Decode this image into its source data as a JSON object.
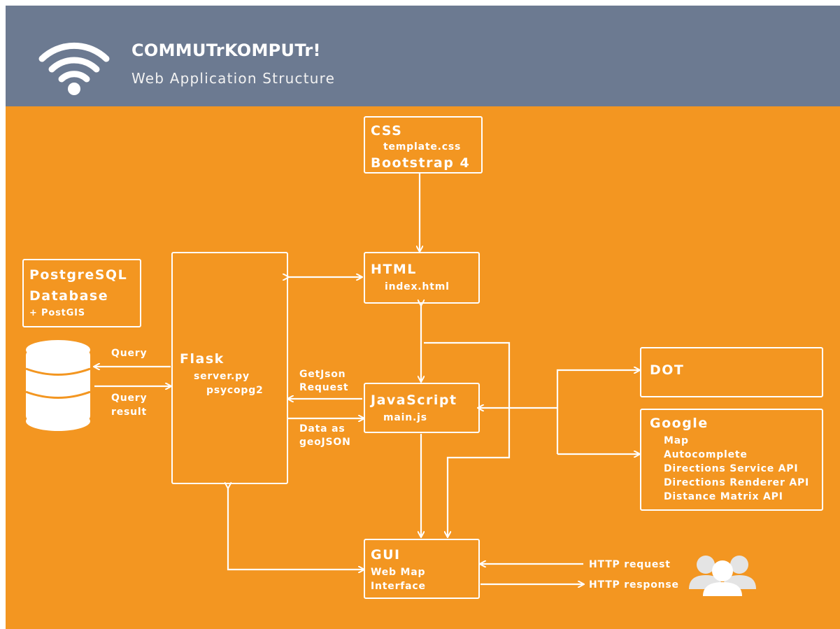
{
  "header": {
    "title": "COMMUTrKOMPUTr!",
    "subtitle": "Web Application Structure",
    "icon": "wifi-icon"
  },
  "colors": {
    "header_bg": "#6c7a91",
    "canvas_bg": "#f39621",
    "stroke": "#ffffff"
  },
  "nodes": {
    "css": {
      "title": "CSS",
      "line1": "template.css",
      "line2": "Bootstrap 4"
    },
    "html": {
      "title": "HTML",
      "file": "index.html"
    },
    "postgres": {
      "title_line1": "PostgreSQL",
      "title_line2": "Database",
      "extra": "+ PostGIS",
      "icon": "database-icon"
    },
    "flask": {
      "title": "Flask",
      "line1": "server.py",
      "line2": "psycopg2"
    },
    "javascript": {
      "title": "JavaScript",
      "file": "main.js"
    },
    "dot": {
      "title": "DOT"
    },
    "google": {
      "title": "Google",
      "items": [
        "Map",
        "Autocomplete",
        "Directions Service API",
        "Directions Renderer API",
        "Distance Matrix API"
      ]
    },
    "gui": {
      "title": "GUI",
      "line1": "Web Map",
      "line2": "Interface"
    },
    "users": {
      "icon": "users-icon"
    }
  },
  "edges": {
    "query": "Query",
    "query_result_1": "Query",
    "query_result_2": "result",
    "getjson_1": "GetJson",
    "getjson_2": "Request",
    "geojson_1": "Data as",
    "geojson_2": "geoJSON",
    "http_request": "HTTP request",
    "http_response": "HTTP response"
  }
}
